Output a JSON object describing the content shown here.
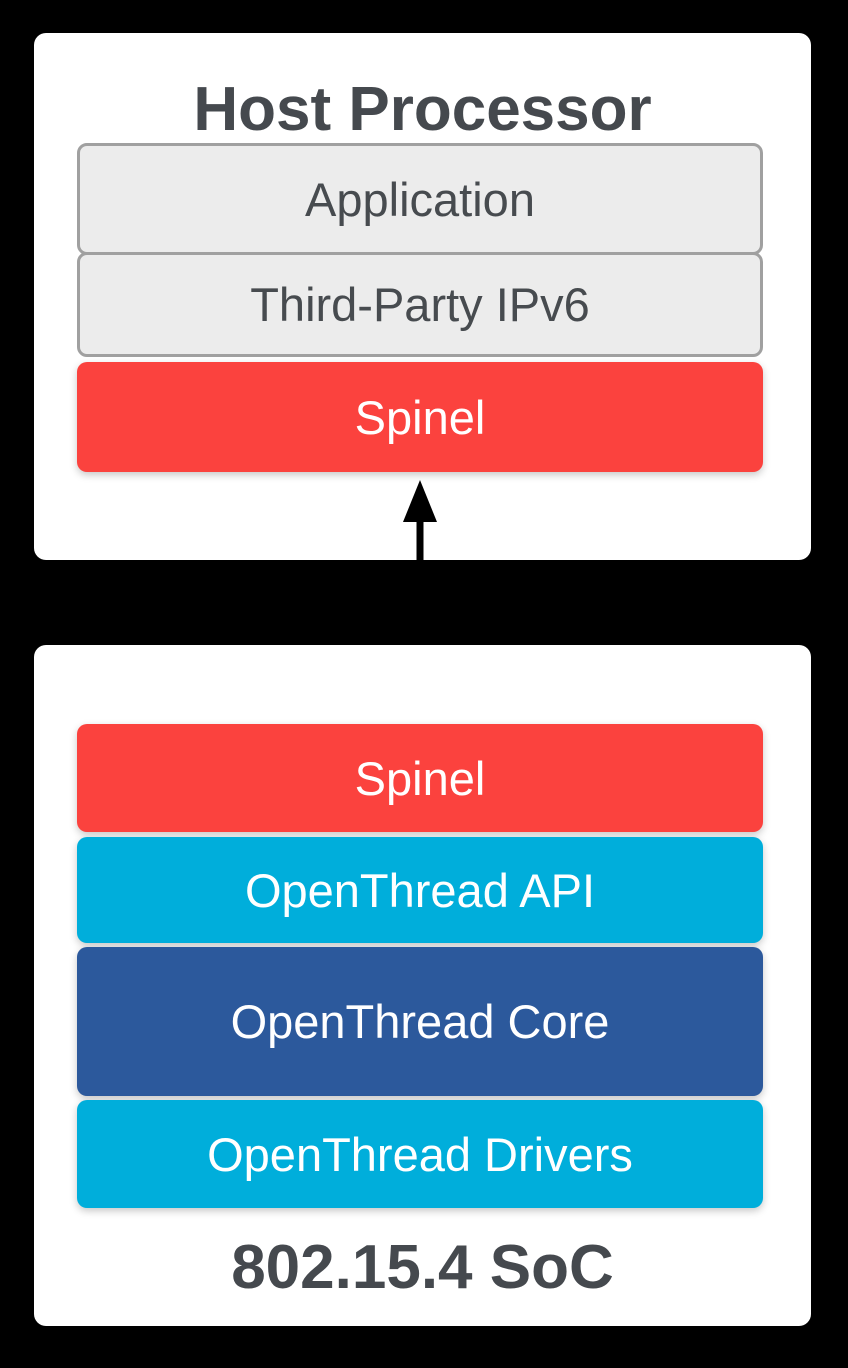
{
  "diagram": {
    "host": {
      "title": "Host Processor",
      "layers": [
        {
          "label": "Application"
        },
        {
          "label": "Third-Party IPv6"
        },
        {
          "label": "Spinel"
        }
      ]
    },
    "connector": {
      "icon": "up-down-arrow-icon",
      "direction": "bidirectional"
    },
    "soc": {
      "title": "802.15.4 SoC",
      "layers": [
        {
          "label": "Spinel"
        },
        {
          "label": "OpenThread API"
        },
        {
          "label": "OpenThread Core"
        },
        {
          "label": "OpenThread Drivers"
        }
      ]
    }
  },
  "colors": {
    "page_background": "#000000",
    "card_background": "#ffffff",
    "red": "#fb423e",
    "cyan": "#00aedb",
    "blue": "#2c599c",
    "gray_fill": "#ececec",
    "gray_border": "#a0a0a0",
    "title_text": "#45494e",
    "label_text": "#474b4f",
    "arrow": "#000000"
  }
}
